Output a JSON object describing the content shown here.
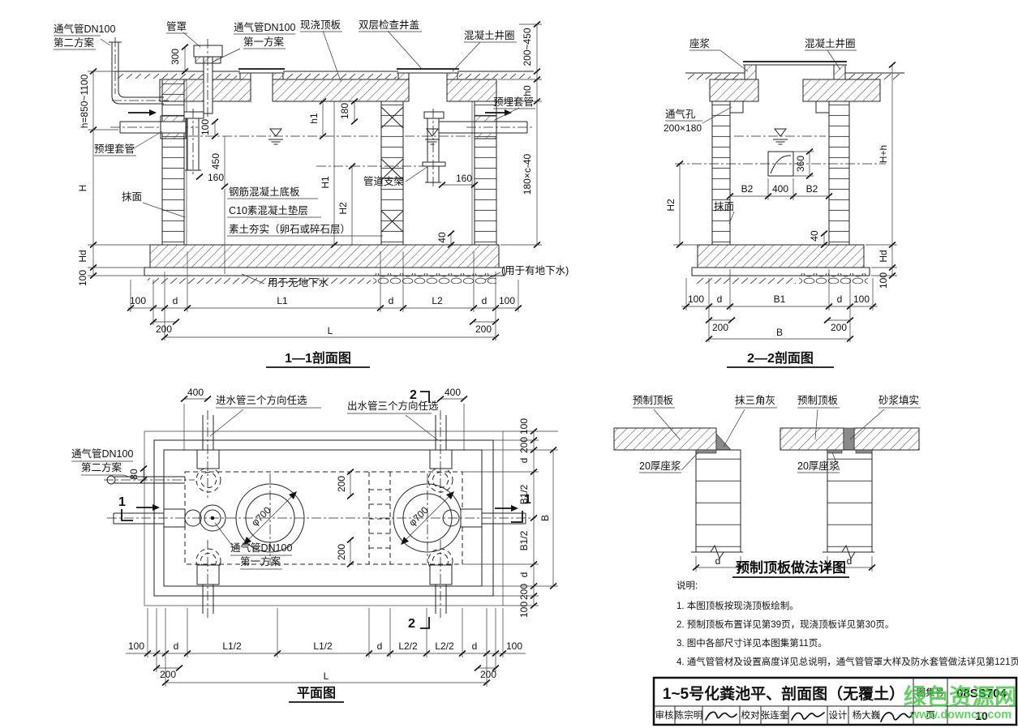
{
  "sections": {
    "s11": {
      "title": "1—1剖面图",
      "labels": {
        "vent_plan2": "通气管DN100",
        "vent_plan2_sub": "第二方案",
        "pipe_cap": "管罩",
        "vent_plan1": "通气管DN100",
        "vent_plan1_sub": "第一方案",
        "cast_in_place_top": "现浇顶板",
        "double_cover": "双层检查井盖",
        "concrete_ring": "混凝土井圈",
        "embedded_sleeve_left": "预埋套管",
        "embedded_sleeve_right": "预埋套管",
        "plaster": "抹面",
        "rc_bottom_slab": "钢筋混凝土底板",
        "c10_cushion": "C10素混凝土垫层",
        "rammed_soil": "素土夯实（卵石或碎石层）",
        "pipe_support": "管道支架",
        "no_groundwater": "用于无地下水",
        "with_groundwater": "(用于有地下水)"
      },
      "dims": {
        "v300": "300",
        "h850": "h=850~1100",
        "v100": "100",
        "v450": "450",
        "l160": "160",
        "H": "H",
        "Hd": "Hd",
        "b100": "100",
        "t180": "180",
        "h1": "h1",
        "H1": "H1",
        "H2": "H2",
        "w40": "40",
        "r160": "160",
        "r200450": "200~450",
        "h0": "h0",
        "r180c": "180×c-40",
        "c100l": "100",
        "cd1": "d",
        "cL1": "L1",
        "cd2": "d",
        "cL2": "L2",
        "cd3": "d",
        "c100r": "100",
        "c200l": "200",
        "c200r": "200",
        "cL": "L"
      }
    },
    "s22": {
      "title": "2—2剖面图",
      "labels": {
        "bed_mortar": "座浆",
        "concrete_ring": "混凝土井圈",
        "vent_hole": "通气孔",
        "vent_hole_size": "200×180",
        "plaster": "抹面"
      },
      "dims": {
        "v360": "360",
        "B2l": "B2",
        "c400": "400",
        "B2r": "B2",
        "w40": "40",
        "H2": "H2",
        "Hh": "H+h",
        "Hd": "Hd",
        "r100": "100",
        "c100l": "100",
        "cd1": "d",
        "cB1": "B1",
        "cd2": "d",
        "c100r": "100",
        "c200l": "200",
        "c200r": "200",
        "cB": "B"
      }
    }
  },
  "plan": {
    "title": "平面图",
    "labels": {
      "inlet": "进水管三个方向任选",
      "outlet": "出水管三个方向任选",
      "vent2": "通气管DN100",
      "vent2_sub": "第二方案",
      "vent1": "通气管DN100",
      "vent1_sub": "第一方案",
      "phi_left": "φ700",
      "phi_right": "φ700"
    },
    "marks": {
      "s1": "1",
      "s2": "2"
    },
    "dims": {
      "t400l": "400",
      "t400r": "400",
      "l80": "80",
      "i200t": "200",
      "i200b": "200",
      "r100t": "100",
      "r200t": "200",
      "rdt": "d",
      "rB12t": "B1/2",
      "rB": "B",
      "rB12b": "B1/2",
      "rdb": "d",
      "r200b": "200",
      "r100b": "100",
      "b100l": "100",
      "bd1": "d",
      "bL12a": "L1/2",
      "bL12b": "L1/2",
      "bd2": "d",
      "bL22a": "L2/2",
      "bL22b": "L2/2",
      "bd3": "d",
      "b100r": "100",
      "b200l": "200",
      "b200r": "200",
      "bL": "L"
    }
  },
  "detail": {
    "title": "预制顶板做法详图",
    "left": {
      "slab": "预制顶板",
      "fillet": "抹三角灰",
      "mortar": "20厚座浆",
      "d": "d"
    },
    "right": {
      "slab": "预制顶板",
      "joint": "砂浆填实",
      "mortar": "20厚座浆",
      "d": "d"
    }
  },
  "notes": {
    "heading": "说明:",
    "items": [
      "1. 本图顶板按现浇顶板绘制。",
      "2. 预制顶板布置详见第39页，现浇顶板详见第30页。",
      "3. 图中各部尺寸详见本图集第11页。",
      "4. 通气管管材及设置高度详见总说明，通气管管罩大样及防水套管做法详见第121页。"
    ]
  },
  "titleblock": {
    "title": "1~5号化粪池平、剖面图（无覆土）",
    "atlas_label": "图集号",
    "atlas_no": "08SS704",
    "page_label": "页",
    "page_no": "10",
    "reviewer_label": "审核",
    "reviewer_name": "陈宗明",
    "checker_label": "校对",
    "checker_name": "张连奎",
    "designer_label": "设计",
    "designer_name": "杨大巍"
  },
  "watermark": {
    "line1": "绿色资源网",
    "line2": "www.downcc.com"
  }
}
